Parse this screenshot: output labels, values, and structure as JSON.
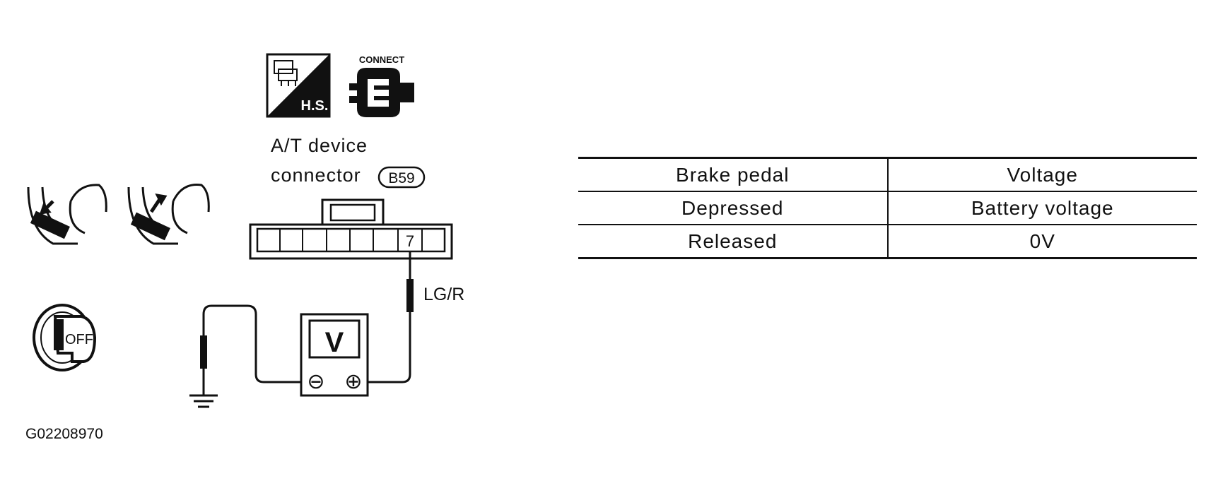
{
  "icons": {
    "harness_side_badge": "H.S.",
    "connect_label": "CONNECT",
    "ignition_label": "OFF"
  },
  "connector": {
    "title_line1": "A/T device",
    "title_line2": "connector",
    "code": "B59",
    "pin": "7",
    "wire_color": "LG/R"
  },
  "meter": {
    "label": "V",
    "neg": "⊖",
    "pos": "⊕"
  },
  "figure_id": "G02208970",
  "table": {
    "headers": [
      "Brake pedal",
      "Voltage"
    ],
    "rows": [
      [
        "Depressed",
        "Battery voltage"
      ],
      [
        "Released",
        "0V"
      ]
    ]
  }
}
